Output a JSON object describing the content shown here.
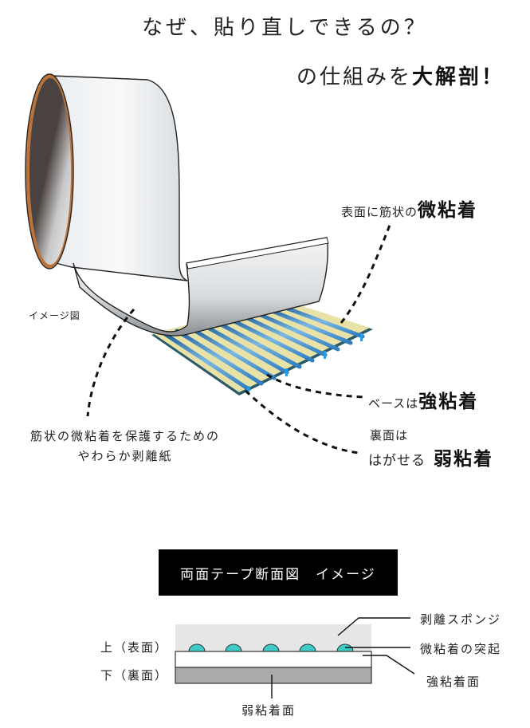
{
  "header": {
    "title_line1": "なぜ、貼り直しできるの？",
    "title_line2_prefix": "の仕組みを",
    "title_line2_bold": "大解剖！"
  },
  "illustration": {
    "image_note": "イメージ図",
    "callout_surface": {
      "prefix": "表面に筋状の",
      "bold": "微粘着"
    },
    "callout_base": {
      "prefix": "ベースは",
      "bold": "強粘着"
    },
    "callout_back": {
      "line1": "裏面は",
      "line2_prefix": "はがせる",
      "bold": "弱粘着"
    },
    "callout_liner": {
      "line1": "筋状の微粘着を保護するための",
      "line2": "やわらか剥離紙"
    },
    "colors": {
      "tape_white": "#f2f4f6",
      "inner_core": "#4a4240",
      "core_rim": "#b8743c",
      "stripe_blue": "#3a8fcf",
      "base_yellow": "#e8e2a6",
      "base_edge": "#2a5a6a"
    }
  },
  "cross_section": {
    "banner": "両面テープ断面図　イメージ",
    "label_top": "上（表面）",
    "label_bottom": "下（裏面）",
    "label_sponge": "剥離スポンジ",
    "label_bumps": "微粘着の突起",
    "label_strong": "強粘着面",
    "label_weak": "弱粘着面",
    "bump_count": 5,
    "colors": {
      "sponge": "#e6e6e6",
      "bump": "#3ccbc6",
      "base": "#ffffff",
      "weak_layer": "#ababab",
      "outline": "#333333"
    }
  }
}
